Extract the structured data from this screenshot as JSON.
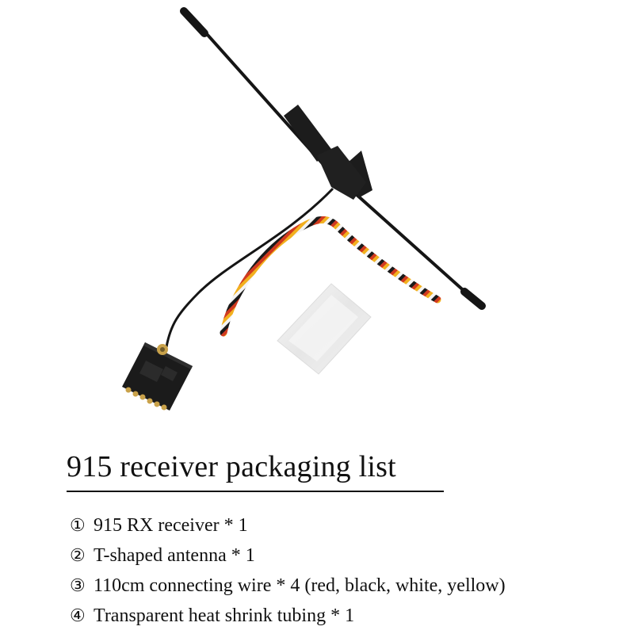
{
  "list": {
    "title": "915 receiver packaging list",
    "items": [
      {
        "marker": "①",
        "text": "915 RX receiver * 1"
      },
      {
        "marker": "②",
        "text": "T-shaped antenna * 1"
      },
      {
        "marker": "③",
        "text": "110cm connecting wire * 4 (red, black, white, yellow)"
      },
      {
        "marker": "④",
        "text": "Transparent heat shrink tubing * 1"
      }
    ]
  },
  "colors": {
    "background": "#ffffff",
    "text": "#111111",
    "antenna": "#151515",
    "pcb": "#1b1b1b",
    "gold": "#c9a24a",
    "wire_red": "#d13a1f",
    "wire_yellow": "#f2b01e",
    "wire_white": "#f4f4f4",
    "wire_black": "#1a1a1a",
    "tubing": "#eeeeee"
  }
}
